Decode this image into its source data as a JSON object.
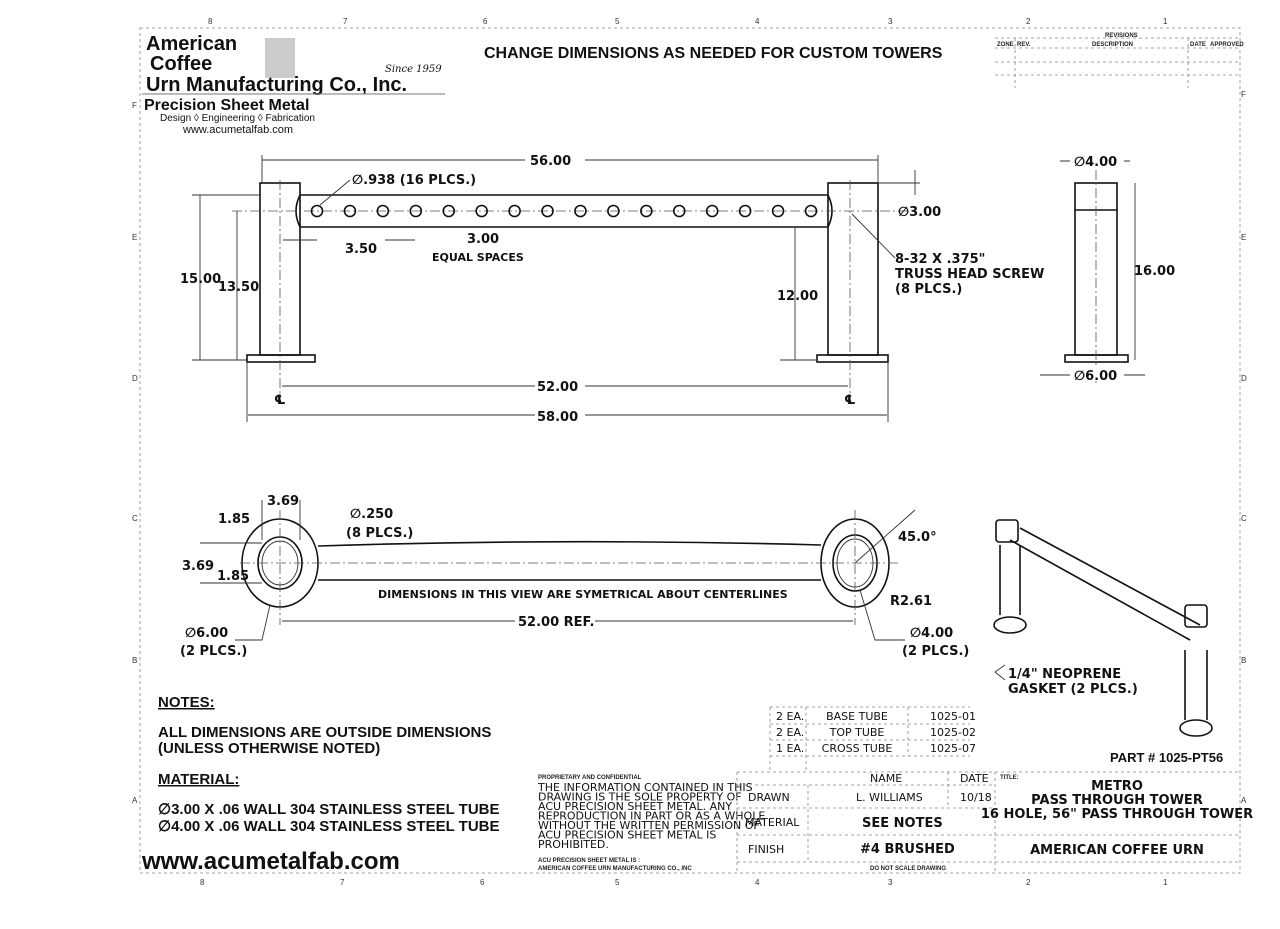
{
  "logo": {
    "line1": "American",
    "line2": "Coffee",
    "line3": "Urn Manufacturing Co., Inc.",
    "since": "Since 1959",
    "division": "Precision Sheet Metal",
    "services": "Design ◊ Engineering ◊ Fabrication",
    "url": "www.acumetalfab.com"
  },
  "header_note": "CHANGE DIMENSIONS AS NEEDED FOR CUSTOM TOWERS",
  "zones": {
    "rows": [
      "F",
      "E",
      "D",
      "C",
      "B",
      "A"
    ],
    "cols": [
      "8",
      "7",
      "6",
      "5",
      "4",
      "3",
      "2",
      "1"
    ]
  },
  "revisions": {
    "title": "REVISIONS",
    "headers": [
      "ZONE",
      "REV.",
      "DESCRIPTION",
      "DATE",
      "APPROVED"
    ]
  },
  "front_view": {
    "overall_top": "56.00",
    "hole_callout": "∅.938 (16 PLCS.)",
    "tube_dia": "∅3.00",
    "first_hole": "3.50",
    "hole_spacing": "3.00",
    "equal_spaces": "EQUAL SPACES",
    "screw_line1": "8-32 X .375\"",
    "screw_line2": "TRUSS HEAD SCREW",
    "screw_line3": "(8 PLCS.)",
    "height_total": "15.00",
    "height_center": "13.50",
    "height_under": "12.00",
    "centers": "52.00",
    "overall_base": "58.00",
    "centerline_symbol": "℄",
    "hole_count": 16
  },
  "side_view": {
    "top_dia": "∅4.00",
    "height": "16.00",
    "base_dia": "∅6.00"
  },
  "plan_view": {
    "bolt_x": "3.69",
    "half_x": "1.85",
    "bolt_y": "3.69",
    "half_y": "1.85",
    "screw_hole": "∅.250",
    "screw_hole_qty": "(8 PLCS.)",
    "angle": "45.0°",
    "radius": "R2.61",
    "symmetry_note": "DIMENSIONS IN THIS VIEW ARE SYMETRICAL ABOUT CENTERLINES",
    "ref_dim": "52.00 REF.",
    "flange_dia": "∅6.00",
    "flange_qty": "(2 PLCS.)",
    "tube_dia": "∅4.00",
    "tube_qty": "(2 PLCS.)"
  },
  "iso_view": {
    "gasket_line1": "1/4\" NEOPRENE",
    "gasket_line2": "GASKET (2 PLCS.)"
  },
  "notes": {
    "title": "NOTES:",
    "line1": "ALL DIMENSIONS ARE OUTSIDE DIMENSIONS",
    "line2": "(UNLESS OTHERWISE NOTED)",
    "material_title": "MATERIAL:",
    "material1": "∅3.00 X .06 WALL 304 STAINLESS STEEL TUBE",
    "material2": "∅4.00 X .06 WALL 304 STAINLESS STEEL TUBE",
    "website": "www.acumetalfab.com"
  },
  "bom": [
    {
      "qty": "2 EA.",
      "desc": "BASE TUBE",
      "part": "1025-01"
    },
    {
      "qty": "2 EA.",
      "desc": "TOP TUBE",
      "part": "1025-02"
    },
    {
      "qty": "1 EA.",
      "desc": "CROSS TUBE",
      "part": "1025-07"
    }
  ],
  "part_number": "PART # 1025-PT56",
  "proprietary": {
    "title": "PROPRIETARY AND CONFIDENTIAL",
    "lines": [
      "THE INFORMATION CONTAINED IN THIS",
      "DRAWING IS THE SOLE PROPERTY OF",
      "ACU PRECISION SHEET METAL.  ANY",
      "REPRODUCTION IN PART OR AS A WHOLE",
      "WITHOUT THE WRITTEN PERMISSION OF",
      "ACU PRECISION SHEET METAL IS",
      "PROHIBITED."
    ],
    "footer1": "ACU PRECISION SHEET METAL IS :",
    "footer2": "AMERICAN COFFEE URN MANUFACTURING CO., INC"
  },
  "title_block": {
    "name_header": "NAME",
    "date_header": "DATE",
    "title_label": "TITLE:",
    "drawn_label": "DRAWN",
    "drawn_name": "L. WILLIAMS",
    "drawn_date": "10/18",
    "material_label": "MATERIAL",
    "material_value": "SEE NOTES",
    "finish_label": "FINISH",
    "finish_value": "#4 BRUSHED",
    "title1": "METRO",
    "title2": "PASS THROUGH TOWER",
    "title3": "16 HOLE, 56\" PASS THROUGH TOWER",
    "company": "AMERICAN COFFEE URN",
    "no_scale": "DO NOT SCALE DRAWING"
  }
}
